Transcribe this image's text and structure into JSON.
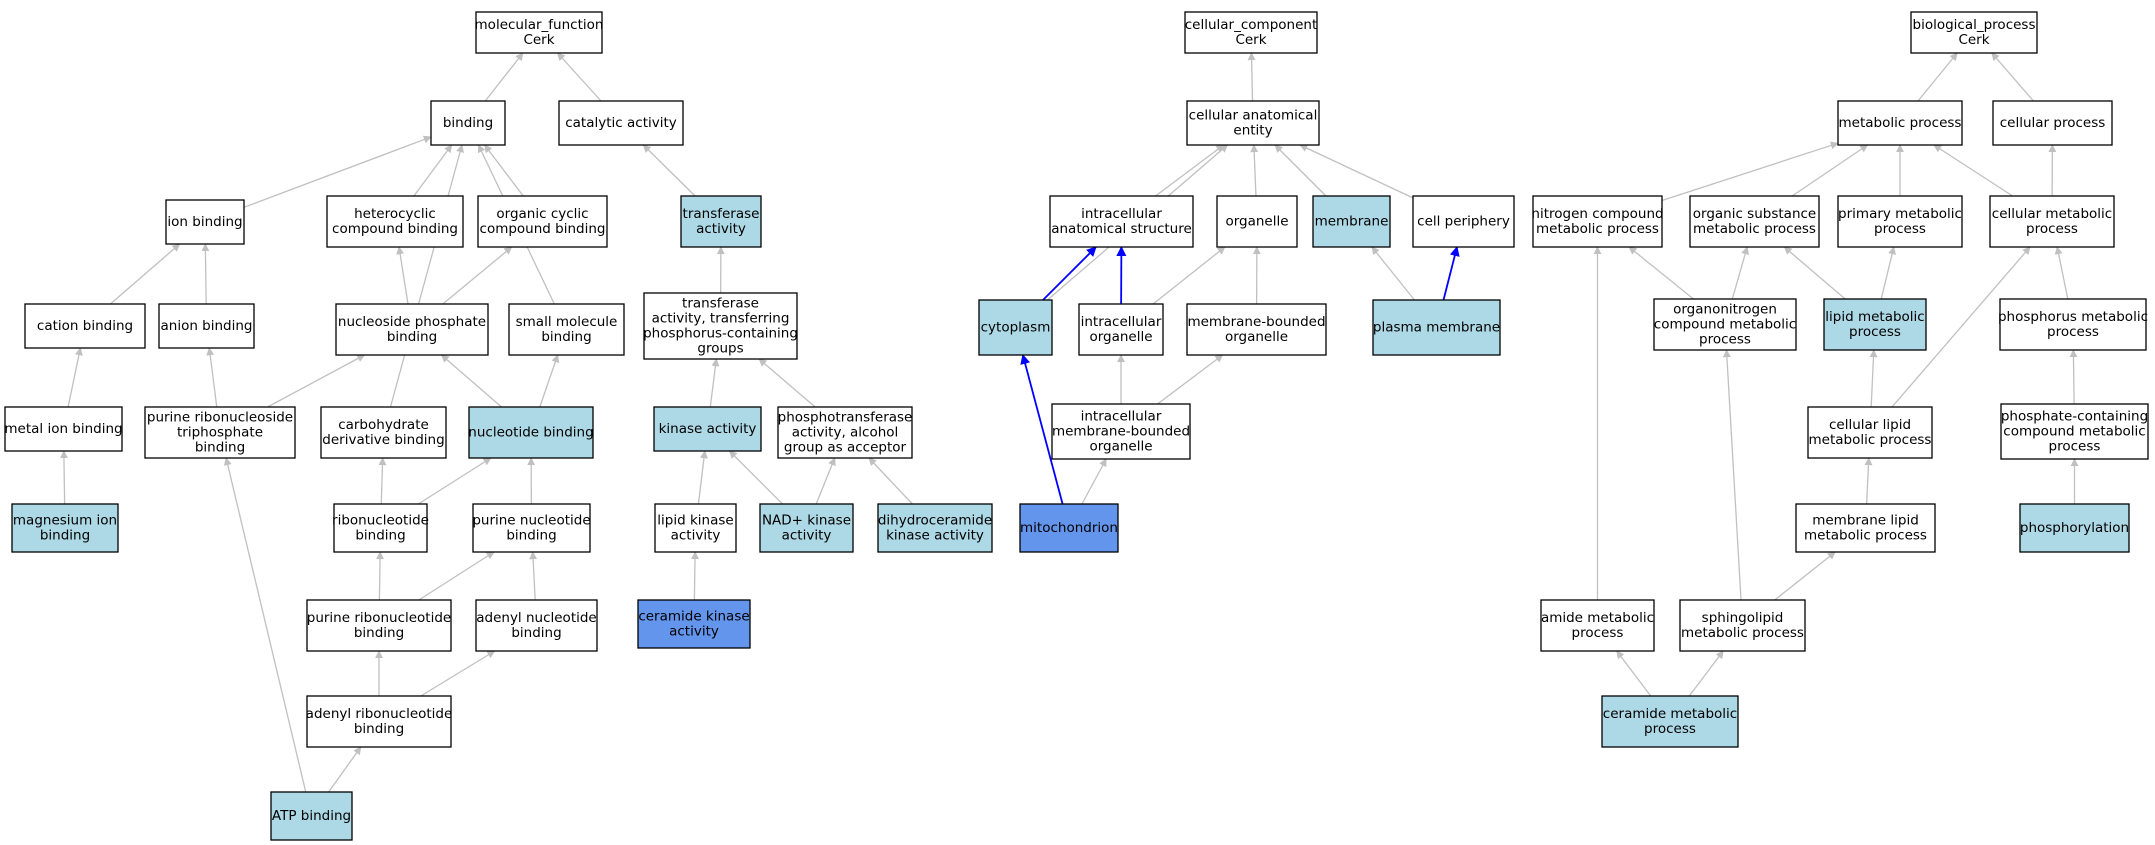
{
  "colors": {
    "plain": "#ffffff",
    "annotated": "#add8e6",
    "highlighted": "#6495ed",
    "edge_default": "#c0c0c0",
    "edge_highlight": "#0000ff"
  },
  "nodes": [
    {
      "id": "mf",
      "lines": [
        "molecular_function",
        "Cerk"
      ],
      "style": "plain"
    },
    {
      "id": "binding",
      "lines": [
        "binding"
      ],
      "style": "plain"
    },
    {
      "id": "catalytic",
      "lines": [
        "catalytic activity"
      ],
      "style": "plain"
    },
    {
      "id": "ionb",
      "lines": [
        "ion binding"
      ],
      "style": "plain"
    },
    {
      "id": "hetcyc",
      "lines": [
        "heterocyclic",
        "compound binding"
      ],
      "style": "plain"
    },
    {
      "id": "orgcyc",
      "lines": [
        "organic cyclic",
        "compound binding"
      ],
      "style": "plain"
    },
    {
      "id": "transferase",
      "lines": [
        "transferase",
        "activity"
      ],
      "style": "annotated"
    },
    {
      "id": "cationb",
      "lines": [
        "cation binding"
      ],
      "style": "plain"
    },
    {
      "id": "anionb",
      "lines": [
        "anion binding"
      ],
      "style": "plain"
    },
    {
      "id": "nsp",
      "lines": [
        "nucleoside phosphate",
        "binding"
      ],
      "style": "plain"
    },
    {
      "id": "smallmol",
      "lines": [
        "small molecule",
        "binding"
      ],
      "style": "plain"
    },
    {
      "id": "transP",
      "lines": [
        "transferase",
        "activity, transferring",
        "phosphorus-containing",
        "groups"
      ],
      "style": "plain"
    },
    {
      "id": "metalion",
      "lines": [
        "metal ion binding"
      ],
      "style": "plain"
    },
    {
      "id": "prnstp",
      "lines": [
        "purine ribonucleoside",
        "triphosphate",
        "binding"
      ],
      "style": "plain"
    },
    {
      "id": "carbo",
      "lines": [
        "carbohydrate",
        "derivative binding"
      ],
      "style": "plain"
    },
    {
      "id": "nucb",
      "lines": [
        "nucleotide binding"
      ],
      "style": "annotated"
    },
    {
      "id": "kinase",
      "lines": [
        "kinase activity"
      ],
      "style": "annotated"
    },
    {
      "id": "phosphotr",
      "lines": [
        "phosphotransferase",
        "activity, alcohol",
        "group as acceptor"
      ],
      "style": "plain"
    },
    {
      "id": "mgion",
      "lines": [
        "magnesium ion",
        "binding"
      ],
      "style": "annotated"
    },
    {
      "id": "ribonuc",
      "lines": [
        "ribonucleotide",
        "binding"
      ],
      "style": "plain"
    },
    {
      "id": "purnuc",
      "lines": [
        "purine nucleotide",
        "binding"
      ],
      "style": "plain"
    },
    {
      "id": "lipidk",
      "lines": [
        "lipid kinase",
        "activity"
      ],
      "style": "plain"
    },
    {
      "id": "nadk",
      "lines": [
        "NAD+ kinase",
        "activity"
      ],
      "style": "annotated"
    },
    {
      "id": "dhcer",
      "lines": [
        "dihydroceramide",
        "kinase activity"
      ],
      "style": "annotated"
    },
    {
      "id": "purribo",
      "lines": [
        "purine ribonucleotide",
        "binding"
      ],
      "style": "plain"
    },
    {
      "id": "adenylnuc",
      "lines": [
        "adenyl nucleotide",
        "binding"
      ],
      "style": "plain"
    },
    {
      "id": "cerk",
      "lines": [
        "ceramide kinase",
        "activity"
      ],
      "style": "highlighted"
    },
    {
      "id": "adenylribo",
      "lines": [
        "adenyl ribonucleotide",
        "binding"
      ],
      "style": "plain"
    },
    {
      "id": "atp",
      "lines": [
        "ATP binding"
      ],
      "style": "annotated"
    },
    {
      "id": "cc",
      "lines": [
        "cellular_component",
        "Cerk"
      ],
      "style": "plain"
    },
    {
      "id": "cae",
      "lines": [
        "cellular anatomical",
        "entity"
      ],
      "style": "plain"
    },
    {
      "id": "ias",
      "lines": [
        "intracellular",
        "anatomical structure"
      ],
      "style": "plain"
    },
    {
      "id": "organelle",
      "lines": [
        "organelle"
      ],
      "style": "plain"
    },
    {
      "id": "membrane",
      "lines": [
        "membrane"
      ],
      "style": "annotated"
    },
    {
      "id": "cellper",
      "lines": [
        "cell periphery"
      ],
      "style": "plain"
    },
    {
      "id": "cytoplasm",
      "lines": [
        "cytoplasm"
      ],
      "style": "annotated"
    },
    {
      "id": "intorg",
      "lines": [
        "intracellular",
        "organelle"
      ],
      "style": "plain"
    },
    {
      "id": "mbo",
      "lines": [
        "membrane-bounded",
        "organelle"
      ],
      "style": "plain"
    },
    {
      "id": "plasmamem",
      "lines": [
        "plasma membrane"
      ],
      "style": "annotated"
    },
    {
      "id": "imbo",
      "lines": [
        "intracellular",
        "membrane-bounded",
        "organelle"
      ],
      "style": "plain"
    },
    {
      "id": "mito",
      "lines": [
        "mitochondrion"
      ],
      "style": "highlighted"
    },
    {
      "id": "bp",
      "lines": [
        "biological_process",
        "Cerk"
      ],
      "style": "plain"
    },
    {
      "id": "metab",
      "lines": [
        "metabolic process"
      ],
      "style": "plain"
    },
    {
      "id": "cellproc",
      "lines": [
        "cellular process"
      ],
      "style": "plain"
    },
    {
      "id": "ncm",
      "lines": [
        "nitrogen compound",
        "metabolic process"
      ],
      "style": "plain"
    },
    {
      "id": "osm",
      "lines": [
        "organic substance",
        "metabolic process"
      ],
      "style": "plain"
    },
    {
      "id": "pmp",
      "lines": [
        "primary metabolic",
        "process"
      ],
      "style": "plain"
    },
    {
      "id": "cmp",
      "lines": [
        "cellular metabolic",
        "process"
      ],
      "style": "plain"
    },
    {
      "id": "orgnitro",
      "lines": [
        "organonitrogen",
        "compound metabolic",
        "process"
      ],
      "style": "plain"
    },
    {
      "id": "lipidmp",
      "lines": [
        "lipid metabolic",
        "process"
      ],
      "style": "annotated"
    },
    {
      "id": "phosmp",
      "lines": [
        "phosphorus metabolic",
        "process"
      ],
      "style": "plain"
    },
    {
      "id": "clmp",
      "lines": [
        "cellular lipid",
        "metabolic process"
      ],
      "style": "plain"
    },
    {
      "id": "pccmp",
      "lines": [
        "phosphate-containing",
        "compound metabolic",
        "process"
      ],
      "style": "plain"
    },
    {
      "id": "mlmp",
      "lines": [
        "membrane lipid",
        "metabolic process"
      ],
      "style": "plain"
    },
    {
      "id": "phosphorylation",
      "lines": [
        "phosphorylation"
      ],
      "style": "annotated"
    },
    {
      "id": "amide",
      "lines": [
        "amide metabolic",
        "process"
      ],
      "style": "plain"
    },
    {
      "id": "sphingo",
      "lines": [
        "sphingolipid",
        "metabolic process"
      ],
      "style": "plain"
    },
    {
      "id": "ceramidemp",
      "lines": [
        "ceramide metabolic",
        "process"
      ],
      "style": "annotated"
    }
  ],
  "edges": [
    [
      "binding",
      "mf",
      0
    ],
    [
      "catalytic",
      "mf",
      0
    ],
    [
      "ionb",
      "binding",
      0
    ],
    [
      "hetcyc",
      "binding",
      0
    ],
    [
      "orgcyc",
      "binding",
      0
    ],
    [
      "carbo",
      "binding",
      0
    ],
    [
      "smallmol",
      "binding",
      0
    ],
    [
      "transferase",
      "catalytic",
      0
    ],
    [
      "cationb",
      "ionb",
      0
    ],
    [
      "anionb",
      "ionb",
      0
    ],
    [
      "nsp",
      "hetcyc",
      0
    ],
    [
      "nsp",
      "orgcyc",
      0
    ],
    [
      "transP",
      "transferase",
      0
    ],
    [
      "metalion",
      "cationb",
      0
    ],
    [
      "prnstp",
      "anionb",
      0
    ],
    [
      "prnstp",
      "nsp",
      0
    ],
    [
      "nucb",
      "nsp",
      0
    ],
    [
      "nucb",
      "smallmol",
      0
    ],
    [
      "kinase",
      "transP",
      0
    ],
    [
      "phosphotr",
      "transP",
      0
    ],
    [
      "mgion",
      "metalion",
      0
    ],
    [
      "ribonuc",
      "carbo",
      0
    ],
    [
      "ribonuc",
      "nucb",
      0
    ],
    [
      "purnuc",
      "nucb",
      0
    ],
    [
      "lipidk",
      "kinase",
      0
    ],
    [
      "nadk",
      "kinase",
      0
    ],
    [
      "nadk",
      "phosphotr",
      0
    ],
    [
      "dhcer",
      "phosphotr",
      0
    ],
    [
      "purribo",
      "ribonuc",
      0
    ],
    [
      "purribo",
      "purnuc",
      0
    ],
    [
      "adenylnuc",
      "purnuc",
      0
    ],
    [
      "cerk",
      "lipidk",
      0
    ],
    [
      "adenylribo",
      "purribo",
      0
    ],
    [
      "adenylribo",
      "adenylnuc",
      0
    ],
    [
      "atp",
      "prnstp",
      0
    ],
    [
      "atp",
      "adenylribo",
      0
    ],
    [
      "cae",
      "cc",
      0
    ],
    [
      "ias",
      "cae",
      0
    ],
    [
      "organelle",
      "cae",
      0
    ],
    [
      "membrane",
      "cae",
      0
    ],
    [
      "cellper",
      "cae",
      0
    ],
    [
      "cytoplasm",
      "cae",
      0
    ],
    [
      "cytoplasm",
      "ias",
      1
    ],
    [
      "intorg",
      "ias",
      1
    ],
    [
      "intorg",
      "organelle",
      0
    ],
    [
      "mbo",
      "organelle",
      0
    ],
    [
      "plasmamem",
      "membrane",
      0
    ],
    [
      "plasmamem",
      "cellper",
      1
    ],
    [
      "imbo",
      "intorg",
      0
    ],
    [
      "imbo",
      "mbo",
      0
    ],
    [
      "mito",
      "cytoplasm",
      1
    ],
    [
      "mito",
      "imbo",
      0
    ],
    [
      "metab",
      "bp",
      0
    ],
    [
      "cellproc",
      "bp",
      0
    ],
    [
      "ncm",
      "metab",
      0
    ],
    [
      "osm",
      "metab",
      0
    ],
    [
      "pmp",
      "metab",
      0
    ],
    [
      "cmp",
      "metab",
      0
    ],
    [
      "cmp",
      "cellproc",
      0
    ],
    [
      "orgnitro",
      "ncm",
      0
    ],
    [
      "orgnitro",
      "osm",
      0
    ],
    [
      "lipidmp",
      "osm",
      0
    ],
    [
      "lipidmp",
      "pmp",
      0
    ],
    [
      "phosmp",
      "cmp",
      0
    ],
    [
      "clmp",
      "lipidmp",
      0
    ],
    [
      "clmp",
      "cmp",
      0
    ],
    [
      "pccmp",
      "phosmp",
      0
    ],
    [
      "mlmp",
      "clmp",
      0
    ],
    [
      "phosphorylation",
      "pccmp",
      0
    ],
    [
      "amide",
      "ncm",
      0
    ],
    [
      "sphingo",
      "orgnitro",
      0
    ],
    [
      "sphingo",
      "mlmp",
      0
    ],
    [
      "ceramidemp",
      "amide",
      0
    ],
    [
      "ceramidemp",
      "sphingo",
      0
    ]
  ]
}
